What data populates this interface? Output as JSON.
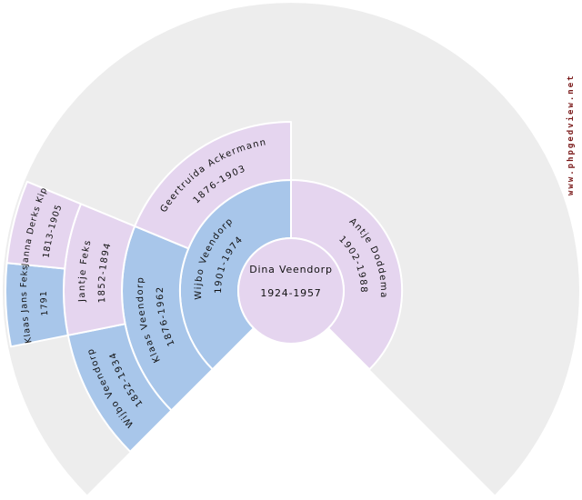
{
  "chart": {
    "type": "genealogy-fan-chart",
    "generations": 5,
    "fan_degrees": 270,
    "people": {
      "center": {
        "name": "Dina Veendorp",
        "dates": "1924-1957",
        "sex": "F"
      },
      "father": {
        "name": "Wijbo Veendorp",
        "dates": "1901-1974",
        "sex": "M"
      },
      "mother": {
        "name": "Antje Doddema",
        "dates": "1902-1988",
        "sex": "F"
      },
      "grandfather": {
        "name": "Klaas Veendorp",
        "dates": "1876-1962",
        "sex": "M"
      },
      "grandmother": {
        "name": "Geertruida Ackermann",
        "dates": "1876-1903",
        "sex": "F"
      },
      "great_grandfather": {
        "name": "Wijbo Veendorp",
        "dates": "1852-1934",
        "sex": "M"
      },
      "great_grandmother": {
        "name": "Jantje Feks",
        "dates": "1852-1894",
        "sex": "F"
      },
      "gg_grandfather": {
        "name": "Klaas Jans Feks",
        "dates": "1791",
        "sex": "M"
      },
      "gg_grandmother": {
        "name": "Janna Derks Kip",
        "dates": "1813-1905",
        "sex": "F"
      }
    },
    "colors": {
      "male": "#a8c6ea",
      "female": "#e5d5ef",
      "unknown": "#ededed",
      "border": "#ffffff",
      "text": "#111111"
    }
  },
  "watermark": {
    "text": "www.phpgedview.net",
    "color": "#7a1a1a"
  }
}
